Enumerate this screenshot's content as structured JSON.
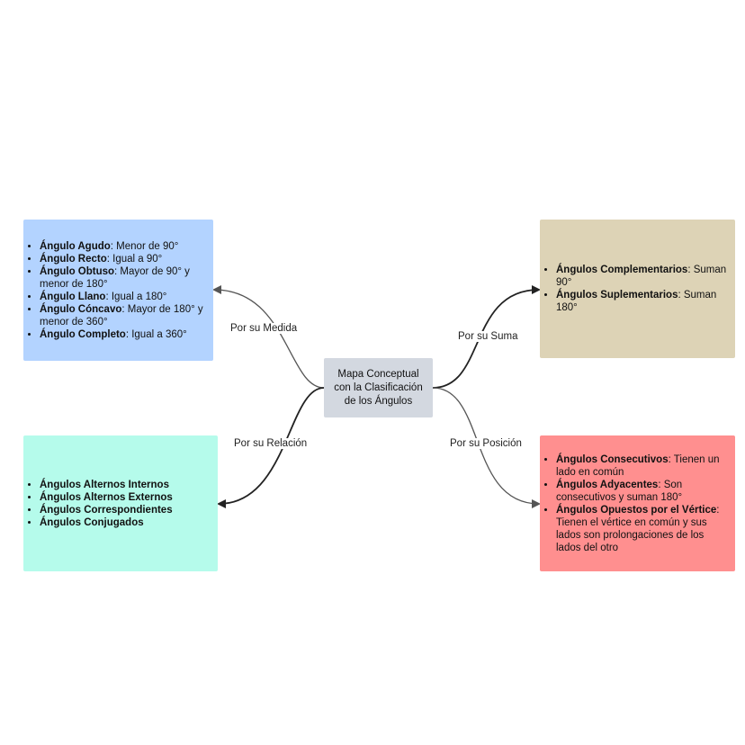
{
  "center": {
    "lines": [
      "Mapa Conceptual",
      "con la Clasificación",
      "de los Ángulos"
    ]
  },
  "edges": {
    "medida": "Por su Medida",
    "suma": "Por su Suma",
    "relacion": "Por su Relación",
    "posicion": "Por su Posición"
  },
  "medida": {
    "color": "#b3d3ff",
    "items": [
      {
        "term": "Ángulo Agudo",
        "desc": ": Menor de 90°"
      },
      {
        "term": "Ángulo Recto",
        "desc": ": Igual a 90°"
      },
      {
        "term": "Ángulo Obtuso",
        "desc": ": Mayor de 90° y menor de 180°"
      },
      {
        "term": "Ángulo Llano",
        "desc": ": Igual a 180°"
      },
      {
        "term": "Ángulo Cóncavo",
        "desc": ": Mayor de 180° y menor de 360°"
      },
      {
        "term": "Ángulo Completo",
        "desc": ": Igual a 360°"
      }
    ]
  },
  "suma": {
    "color": "#ddd3b6",
    "items": [
      {
        "term": "Ángulos Complementarios",
        "desc": ": Suman 90°"
      },
      {
        "term": "Ángulos Suplementarios",
        "desc": ": Suman 180°"
      }
    ]
  },
  "relacion": {
    "color": "#b5fbeb",
    "items": [
      {
        "term": "Ángulos Alternos Internos",
        "desc": ""
      },
      {
        "term": "Ángulos Alternos Externos",
        "desc": ""
      },
      {
        "term": "Ángulos Correspondientes",
        "desc": ""
      },
      {
        "term": "Ángulos Conjugados",
        "desc": ""
      }
    ]
  },
  "posicion": {
    "color": "#ff8f8f",
    "items": [
      {
        "term": "Ángulos Consecutivos",
        "desc": ": Tienen un lado en común"
      },
      {
        "term": "Ángulos Adyacentes",
        "desc": ": Son consecutivos y suman 180°"
      },
      {
        "term": "Ángulos Opuestos por el Vértice",
        "desc": ": Tienen el vértice en común y sus lados son prolongaciones de los lados del otro"
      }
    ]
  }
}
